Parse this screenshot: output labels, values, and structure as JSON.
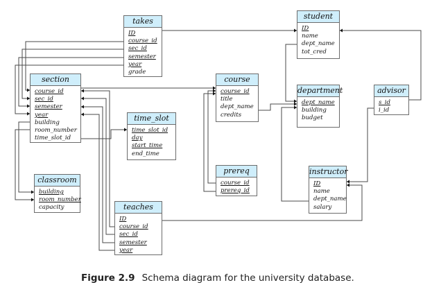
{
  "caption": {
    "figure_label": "Figure 2.9",
    "text": "Schema diagram for the university database."
  },
  "tables": {
    "takes": {
      "name": "takes",
      "attributes": [
        {
          "name": "ID",
          "pk": true
        },
        {
          "name": "course_id",
          "pk": true
        },
        {
          "name": "sec_id",
          "pk": true
        },
        {
          "name": "semester",
          "pk": true
        },
        {
          "name": "year",
          "pk": true
        },
        {
          "name": "grade",
          "pk": false
        }
      ]
    },
    "student": {
      "name": "student",
      "attributes": [
        {
          "name": "ID",
          "pk": true
        },
        {
          "name": "name",
          "pk": false
        },
        {
          "name": "dept_name",
          "pk": false
        },
        {
          "name": "tot_cred",
          "pk": false
        }
      ]
    },
    "section": {
      "name": "section",
      "attributes": [
        {
          "name": "course_id",
          "pk": true
        },
        {
          "name": "sec_id",
          "pk": true
        },
        {
          "name": "semester",
          "pk": true
        },
        {
          "name": "year",
          "pk": true
        },
        {
          "name": "building",
          "pk": false
        },
        {
          "name": "room_number",
          "pk": false
        },
        {
          "name": "time_slot_id",
          "pk": false
        }
      ]
    },
    "course": {
      "name": "course",
      "attributes": [
        {
          "name": "course_id",
          "pk": true
        },
        {
          "name": "title",
          "pk": false
        },
        {
          "name": "dept_name",
          "pk": false
        },
        {
          "name": "credits",
          "pk": false
        }
      ]
    },
    "department": {
      "name": "department",
      "attributes": [
        {
          "name": "dept_name",
          "pk": true
        },
        {
          "name": "building",
          "pk": false
        },
        {
          "name": "budget",
          "pk": false
        }
      ]
    },
    "advisor": {
      "name": "advisor",
      "attributes": [
        {
          "name": "s_id",
          "pk": true
        },
        {
          "name": "i_id",
          "pk": false
        }
      ]
    },
    "time_slot": {
      "name": "time_slot",
      "attributes": [
        {
          "name": "time_slot_id",
          "pk": true
        },
        {
          "name": "day",
          "pk": true
        },
        {
          "name": "start_time",
          "pk": true
        },
        {
          "name": "end_time",
          "pk": false
        }
      ]
    },
    "prereq": {
      "name": "prereq",
      "attributes": [
        {
          "name": "course_id",
          "pk": true
        },
        {
          "name": "prereq_id",
          "pk": true
        }
      ]
    },
    "instructor": {
      "name": "instructor",
      "attributes": [
        {
          "name": "ID",
          "pk": true
        },
        {
          "name": "name",
          "pk": false
        },
        {
          "name": "dept_name",
          "pk": false
        },
        {
          "name": "salary",
          "pk": false
        }
      ]
    },
    "classroom": {
      "name": "classroom",
      "attributes": [
        {
          "name": "building",
          "pk": true
        },
        {
          "name": "room_number",
          "pk": true
        },
        {
          "name": "capacity",
          "pk": false
        }
      ]
    },
    "teaches": {
      "name": "teaches",
      "attributes": [
        {
          "name": "ID",
          "pk": true
        },
        {
          "name": "course_id",
          "pk": true
        },
        {
          "name": "sec_id",
          "pk": true
        },
        {
          "name": "semester",
          "pk": true
        },
        {
          "name": "year",
          "pk": true
        }
      ]
    }
  },
  "relationships": [
    {
      "from": "takes.ID",
      "to": "student.ID"
    },
    {
      "from": "takes.course_id",
      "to": "section.course_id"
    },
    {
      "from": "takes.sec_id",
      "to": "section.sec_id"
    },
    {
      "from": "takes.semester",
      "to": "section.semester"
    },
    {
      "from": "takes.year",
      "to": "section.year"
    },
    {
      "from": "student.dept_name",
      "to": "department.dept_name"
    },
    {
      "from": "advisor.s_id",
      "to": "student.ID"
    },
    {
      "from": "advisor.i_id",
      "to": "instructor.ID"
    },
    {
      "from": "section.course_id",
      "to": "course.course_id"
    },
    {
      "from": "section.time_slot_id",
      "to": "time_slot.time_slot_id"
    },
    {
      "from": "section.building",
      "to": "classroom.building"
    },
    {
      "from": "section.room_number",
      "to": "classroom.room_number"
    },
    {
      "from": "course.dept_name",
      "to": "department.dept_name"
    },
    {
      "from": "prereq.course_id",
      "to": "course.course_id"
    },
    {
      "from": "prereq.prereq_id",
      "to": "course.course_id"
    },
    {
      "from": "instructor.dept_name",
      "to": "department.dept_name"
    },
    {
      "from": "teaches.ID",
      "to": "instructor.ID"
    },
    {
      "from": "teaches.course_id",
      "to": "section.course_id"
    },
    {
      "from": "teaches.sec_id",
      "to": "section.sec_id"
    },
    {
      "from": "teaches.semester",
      "to": "section.semester"
    },
    {
      "from": "teaches.year",
      "to": "section.year"
    }
  ]
}
